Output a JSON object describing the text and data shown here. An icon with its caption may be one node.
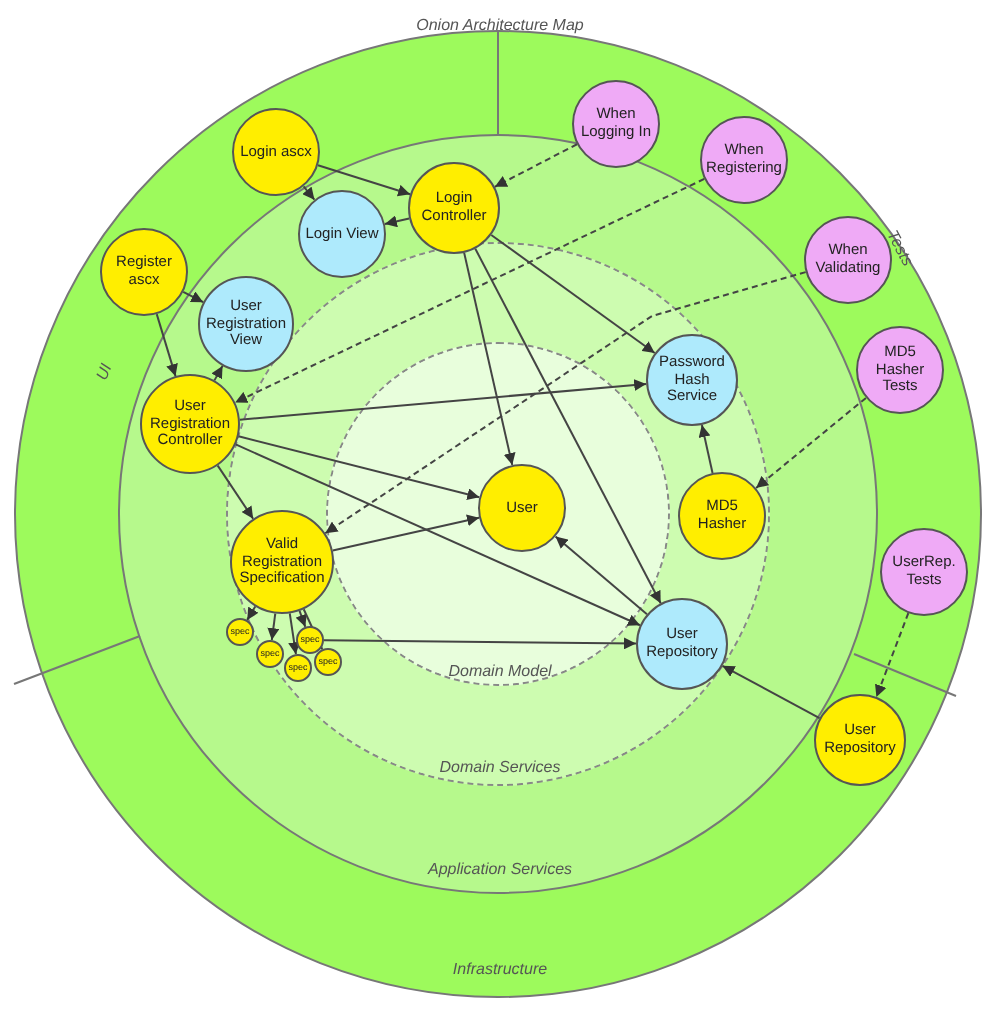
{
  "diagram": {
    "title": "Onion Architecture Map",
    "nodes": [
      {
        "text": [
          "Infrastructure"
        ]
      },
      {
        "text": [
          "Application Services"
        ],
        "in": 0
      },
      {
        "text": [
          "Domain Services"
        ],
        "in": 1
      },
      {
        "text": [
          "Domain Model"
        ],
        "in": 2
      },
      {
        "text": [
          "When Logging In"
        ],
        "in": 0
      },
      {
        "text": [
          "Login ascx"
        ],
        "in": 0
      },
      {
        "text": [
          "When Registering"
        ],
        "in": 0
      },
      {
        "text": [
          "Login Controller"
        ],
        "in": 1
      },
      {
        "text": [
          "When Validating"
        ],
        "in": 0
      },
      {
        "text": [
          "Register ascx"
        ],
        "in": 0
      },
      {
        "text": [
          "Login View"
        ],
        "in": 1
      },
      {
        "text": [
          "User Registration View"
        ],
        "in": 1
      },
      {
        "text": [
          "MD5 Hasher Tests"
        ],
        "in": 0
      },
      {
        "text": [
          "Password Hash Service"
        ],
        "in": 2
      },
      {
        "text": [
          "User Registration Controller"
        ],
        "in": 1
      },
      {
        "text": [
          "User"
        ],
        "in": 3
      },
      {
        "text": [
          "MD5 Hasher"
        ],
        "in": 2
      },
      {
        "text": [
          "Valid Registration Specification"
        ],
        "in": 2
      },
      {
        "text": [
          "UserRep. Tests"
        ],
        "in": 0
      },
      {
        "text": [
          "spec"
        ],
        "in": 2
      },
      {
        "text": [
          "spec"
        ],
        "in": 2
      },
      {
        "text": [
          "spec"
        ],
        "in": 2
      },
      {
        "text": [
          "spec"
        ],
        "in": 2
      },
      {
        "text": [
          "spec"
        ],
        "in": 2
      },
      {
        "text": [
          "User Repository"
        ],
        "in": 2
      },
      {
        "text": [
          "User Repository"
        ],
        "in": 0
      }
    ],
    "edges": [
      {
        "from": 5,
        "to": 7,
        "arrow": "to"
      },
      {
        "from": 5,
        "to": 10,
        "arrow": "to"
      },
      {
        "from": 7,
        "to": 10,
        "arrow": "to"
      },
      {
        "from": 7,
        "to": 15,
        "arrow": "to"
      },
      {
        "from": 7,
        "to": 13,
        "arrow": "to"
      },
      {
        "from": 7,
        "to": 24,
        "arrow": "to"
      },
      {
        "from": 9,
        "to": 14,
        "arrow": "to"
      },
      {
        "from": 9,
        "to": 11,
        "arrow": "to"
      },
      {
        "from": 14,
        "to": 11,
        "arrow": "to"
      },
      {
        "from": 14,
        "to": 13,
        "arrow": "to"
      },
      {
        "from": 14,
        "to": 15,
        "arrow": "to"
      },
      {
        "from": 14,
        "to": 24,
        "arrow": "to"
      },
      {
        "from": 14,
        "to": 17,
        "arrow": "to"
      },
      {
        "from": 17,
        "to": 15,
        "arrow": "to"
      },
      {
        "from": 17,
        "to": 19,
        "arrow": "to"
      },
      {
        "from": 17,
        "to": 20,
        "arrow": "to"
      },
      {
        "from": 17,
        "to": 21,
        "arrow": "to"
      },
      {
        "from": 17,
        "to": 22,
        "arrow": "to"
      },
      {
        "from": 17,
        "to": 23,
        "arrow": "to"
      },
      {
        "from": 22,
        "to": 24,
        "arrow": "to"
      },
      {
        "from": 24,
        "to": 15,
        "arrow": "to"
      },
      {
        "from": 16,
        "to": 13,
        "arrow": "to"
      },
      {
        "from": 25,
        "to": 24,
        "arrow": "to"
      },
      {
        "from": 4,
        "to": 7,
        "arrow": "to",
        "style": "dashed"
      },
      {
        "from": 6,
        "to": 14,
        "arrow": "to",
        "style": "dashed"
      },
      {
        "from": 8,
        "to": 17,
        "arrow": "to",
        "style": "dashed"
      },
      {
        "from": 12,
        "to": 16,
        "arrow": "to",
        "style": "dashed"
      },
      {
        "from": 18,
        "to": 25,
        "arrow": "to",
        "style": "dashed"
      }
    ],
    "labels": [
      "UI",
      "Tests"
    ]
  }
}
